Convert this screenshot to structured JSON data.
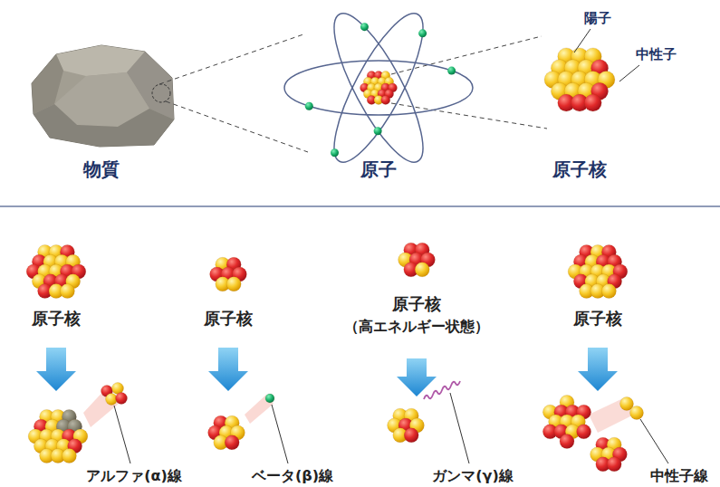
{
  "diagram": {
    "nodes": [
      {
        "text": [
          "原子核"
        ]
      },
      {
        "text": [
          "原子核"
        ]
      },
      {
        "text": [
          "原子核",
          "（高エネルギー状態）"
        ]
      },
      {
        "text": [
          "原子核"
        ]
      },
      {
        "text": [
          "アルファ(α)線"
        ]
      },
      {
        "text": [
          "ベータ(β)線"
        ]
      },
      {
        "text": [
          "ガンマ(γ)線"
        ]
      },
      {
        "text": [
          "中性子線"
        ]
      }
    ],
    "edges": [
      {
        "from": 0,
        "to": 4,
        "arrow": "to"
      },
      {
        "from": 1,
        "to": 5,
        "arrow": "to"
      },
      {
        "from": 2,
        "to": 6,
        "arrow": "to"
      },
      {
        "from": 3,
        "to": 7,
        "arrow": "to"
      }
    ],
    "labels": [
      "物質",
      "原子",
      "原子核",
      "陽子",
      "中性子"
    ]
  }
}
